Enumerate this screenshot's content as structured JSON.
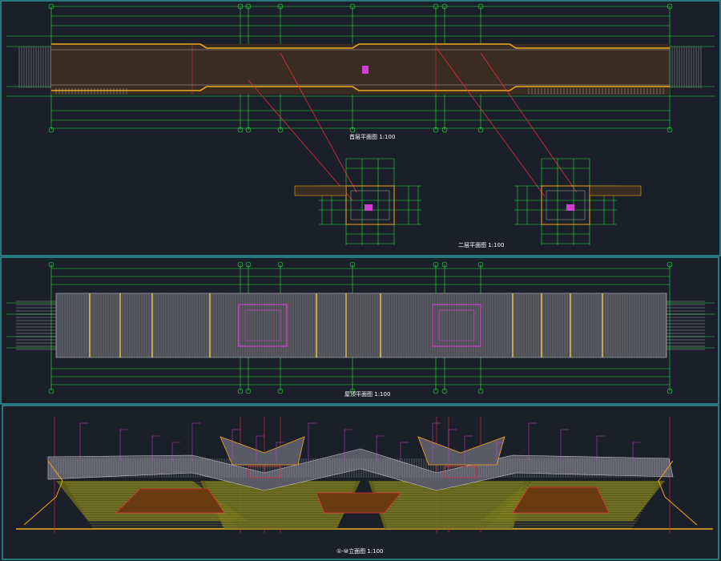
{
  "drawing": {
    "background": "#1b1f2a",
    "colors": {
      "frame": "#2fd0d0",
      "dimension": "#27e03a",
      "wall": "#f0a81a",
      "axis": "#e0303a",
      "stair": "#c8c8c8",
      "pillar": "#ffe040",
      "magenta": "#d040d0",
      "white": "#ffffff",
      "terrace": "#6a6a18"
    },
    "views": [
      {
        "id": "first-floor-plan",
        "title": "首层平面图",
        "scale": "1:100"
      },
      {
        "id": "second-floor-plan",
        "title": "二层平面图",
        "scale": "1:100"
      },
      {
        "id": "roof-plan",
        "title": "屋顶平面图",
        "scale": "1:100"
      },
      {
        "id": "elevation",
        "title": "①-⑩立面图",
        "scale": "1:100"
      }
    ]
  }
}
